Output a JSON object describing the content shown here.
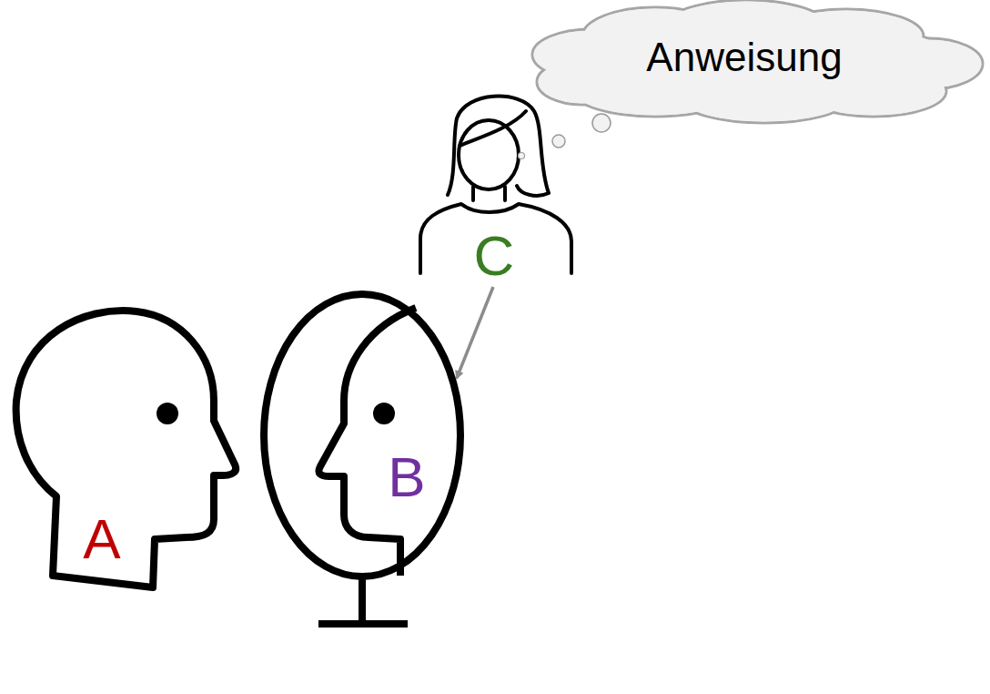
{
  "diagram": {
    "nodes": [
      {
        "text": [
          "Anweisung"
        ]
      },
      {
        "text": [
          "C"
        ]
      },
      {
        "text": [
          "A"
        ]
      },
      {
        "text": [
          "B"
        ]
      }
    ],
    "edges": [
      {
        "from": 1,
        "to": 3,
        "arrow": "to"
      }
    ]
  }
}
